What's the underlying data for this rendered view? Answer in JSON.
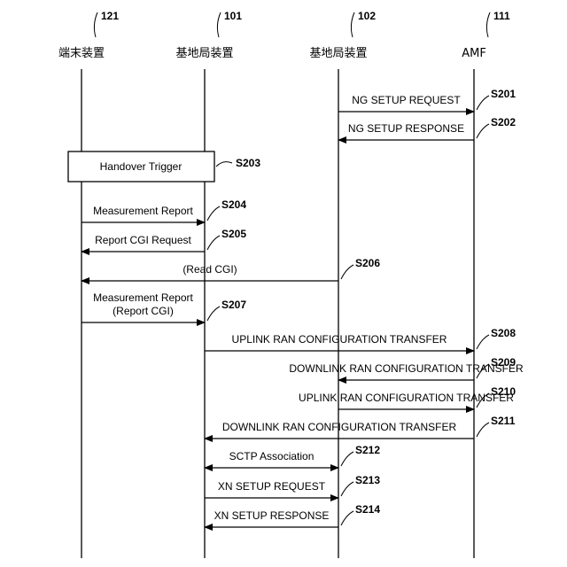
{
  "entities": [
    {
      "ref": "121",
      "label": "端末装置"
    },
    {
      "ref": "101",
      "label": "基地局装置"
    },
    {
      "ref": "102",
      "label": "基地局装置"
    },
    {
      "ref": "111",
      "label": "AMF"
    }
  ],
  "box": {
    "label": "Handover Trigger",
    "step": "S203"
  },
  "messages": [
    {
      "from": 2,
      "to": 3,
      "label": "NG SETUP REQUEST",
      "step": "S201"
    },
    {
      "from": 3,
      "to": 2,
      "label": "NG SETUP RESPONSE",
      "step": "S202"
    },
    {
      "from": 0,
      "to": 1,
      "label": "Measurement Report",
      "step": "S204"
    },
    {
      "from": 1,
      "to": 0,
      "label": "Report CGI Request",
      "step": "S205"
    },
    {
      "from": 2,
      "to": 0,
      "label": "(Read CGI)",
      "step": "S206"
    },
    {
      "from": 0,
      "to": 1,
      "label": "Measurement Report",
      "label2": "(Report CGI)",
      "step": "S207"
    },
    {
      "from": 1,
      "to": 3,
      "label": "UPLINK RAN CONFIGURATION TRANSFER",
      "step": "S208"
    },
    {
      "from": 3,
      "to": 2,
      "label": "DOWNLINK RAN CONFIGURATION TRANSFER",
      "step": "S209"
    },
    {
      "from": 2,
      "to": 3,
      "label": "UPLINK RAN CONFIGURATION TRANSFER",
      "step": "S210"
    },
    {
      "from": 3,
      "to": 1,
      "label": "DOWNLINK RAN CONFIGURATION TRANSFER",
      "step": "S211"
    },
    {
      "from": 1,
      "to": 2,
      "label": "SCTP Association",
      "step": "S212",
      "bidirectional": true
    },
    {
      "from": 1,
      "to": 2,
      "label": "XN SETUP REQUEST",
      "step": "S213"
    },
    {
      "from": 2,
      "to": 1,
      "label": "XN SETUP RESPONSE",
      "step": "S214"
    }
  ]
}
